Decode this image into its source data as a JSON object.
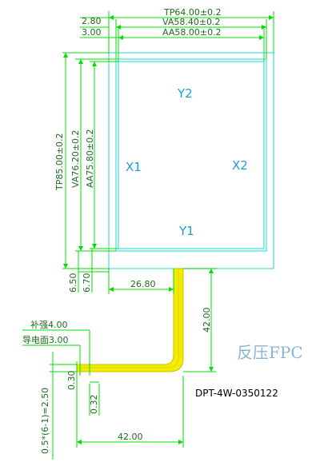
{
  "dimensions": {
    "tp_width": "TP64.00±0.2",
    "va_width": "VA58.40±0.2",
    "aa_width": "AA58.00±0.2",
    "left_offset_outer": "2.80",
    "left_offset_inner": "3.00",
    "tp_height": "TP85.00±0.2",
    "va_height": "VA76.20±0.2",
    "aa_height": "AA75.80±0.2",
    "bottom_offset_outer": "6.50",
    "bottom_offset_inner": "6.70",
    "tail_offset": "26.80",
    "tail_length": "42.00",
    "stiffener": "补强4.00",
    "conductive_side": "导电面3.00",
    "pitch_formula": "0.5*(6-1)=2.50",
    "gap_top": "0.30",
    "gap_bottom": "0.32",
    "tail_width": "42.00"
  },
  "electrodes": {
    "y2": "Y2",
    "x1": "X1",
    "x2": "X2",
    "y1": "Y1"
  },
  "title": "反压FPC",
  "part_number": "DPT-4W-0350122",
  "colors": {
    "dimension_line": "#00dd00",
    "panel_outline": "#4fe0e0",
    "fpc_body": "#f2ec00",
    "electrode_label": "#1a9ed6"
  }
}
